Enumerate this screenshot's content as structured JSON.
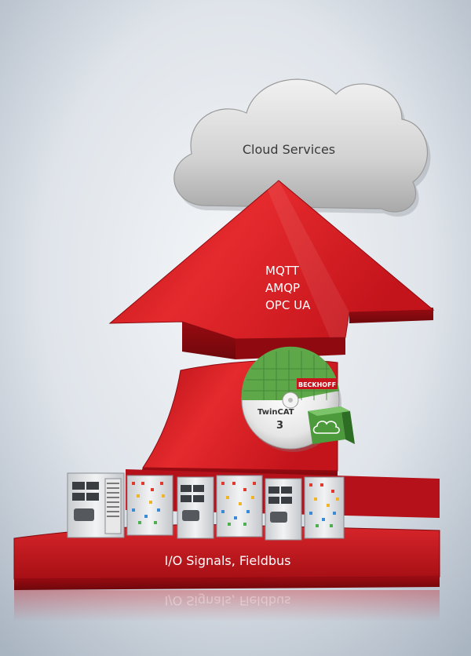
{
  "diagram": {
    "cloud_label": "Cloud Services",
    "protocols": [
      "MQTT",
      "AMQP",
      "OPC UA"
    ],
    "base_label": "I/O Signals, Fieldbus",
    "software": {
      "brand": "BECKHOFF",
      "product": "TwinCAT",
      "version": "3"
    }
  },
  "colors": {
    "arrow_red": "#c8141c",
    "background": "#e6eaef",
    "cloud_silver": "#d4d4d4",
    "disc_green": "#5fa84a"
  }
}
